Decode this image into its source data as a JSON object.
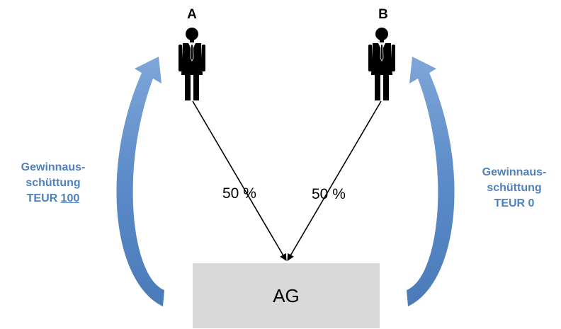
{
  "persons": [
    {
      "label": "A",
      "share": "50 %"
    },
    {
      "label": "B",
      "share": "50 %"
    }
  ],
  "company": {
    "label": "AG"
  },
  "distributions": {
    "left": {
      "line1": "Gewinnaus-",
      "line2": "schüttung",
      "prefix": "TEUR ",
      "amount": "100"
    },
    "right": {
      "line1": "Gewinnaus-",
      "line2": "schüttung",
      "prefix": "TEUR 0",
      "amount": ""
    }
  },
  "colors": {
    "arrow": "#4f81bd",
    "arrow_light": "#95b3d7",
    "text_blue": "#4f81bd",
    "box": "#d9d9d9",
    "person": "#000000"
  },
  "icons": {
    "person": "businessman-icon",
    "flow": "curved-arrow"
  }
}
